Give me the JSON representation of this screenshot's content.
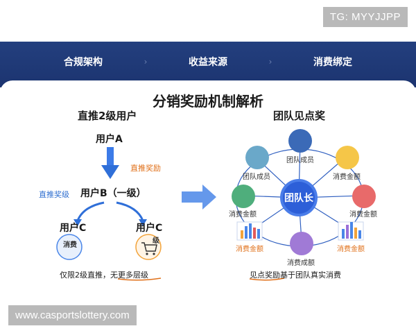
{
  "watermark_tag": "TG: MYYJJPP",
  "watermark_url": "www.casportslottery.com",
  "tabs": [
    "合规架构",
    "收益来源",
    "消费绑定"
  ],
  "main_title": "分销奖励机制解析",
  "left": {
    "subtitle": "直推2级用户",
    "user_a": "用户A",
    "direct_reward": "直推奖励",
    "indirect_reward": "直推奖级",
    "user_b": "用户B（一级）",
    "user_c_left": "用户C",
    "user_c_right": "用户C",
    "consume_icon_text": "消费",
    "level_icon_text": "级",
    "footnote_a": "仅限2级直推，",
    "footnote_b": "无更多层级"
  },
  "right": {
    "subtitle": "团队见点奖",
    "center": "团队长",
    "nodes": {
      "top": "团队成员",
      "top_left": "团队成员",
      "top_right": "消费金额",
      "left": "消费金额",
      "right": "消费金额",
      "bottom_left": "消费金额",
      "bottom_right": "消费金额",
      "bottom": "消费成额"
    },
    "footnote_a": "见点奖励",
    "footnote_b": "基于团队真实消费"
  },
  "colors": {
    "nav_bg": "#1c3470",
    "accent_blue": "#2d5fd8",
    "accent_orange": "#e0701a"
  }
}
